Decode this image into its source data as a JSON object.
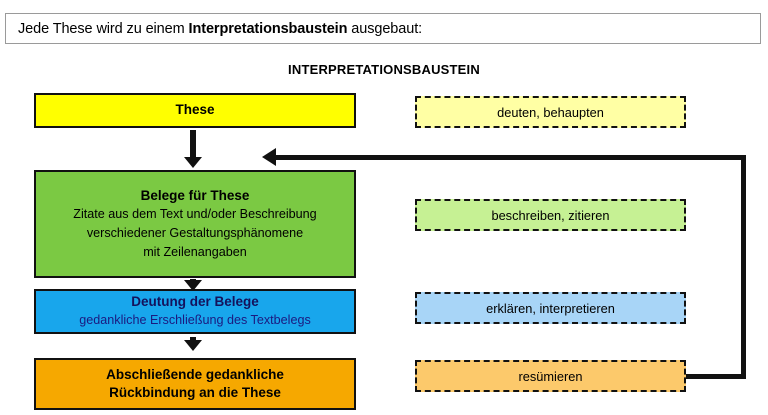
{
  "header": {
    "text_before": "Jede These wird zu einem ",
    "text_bold": "Interpretationsbaustein",
    "text_after": " ausgebaut:",
    "full_text": "Jede These wird zu einem Interpretationsbaustein ausgebaut:"
  },
  "diagram": {
    "title": "INTERPRETATIONSBAUSTEIN",
    "steps": [
      {
        "id": "these",
        "title": "These",
        "lines": [],
        "color": "#ffff00",
        "verb_label": "deuten, behaupten",
        "verb_color": "#ffffa4"
      },
      {
        "id": "belege",
        "title": "Belege für These",
        "lines": [
          "Zitate aus dem Text und/oder Beschreibung",
          "verschiedener  Gestaltungsphänomene",
          "mit Zeilenangaben"
        ],
        "color": "#7bc943",
        "verb_label": "beschreiben, zitieren",
        "verb_color": "#c6f194"
      },
      {
        "id": "deutung",
        "title": "Deutung der Belege",
        "lines": [
          "gedankliche Erschließung des Textbelegs"
        ],
        "color": "#18a6ec",
        "verb_label": "erklären, interpretieren",
        "verb_color": "#a8d5f7"
      },
      {
        "id": "abschluss",
        "title": "Abschließende gedankliche",
        "title_line2": "Rückbindung an die These",
        "lines": [],
        "color": "#f6a800",
        "verb_label": "resümieren",
        "verb_color": "#fcc96b"
      }
    ],
    "connectors": {
      "arrow_these_to_belege": "down-arrow",
      "arrow_belege_to_deutung": "down-arrow",
      "arrow_deutung_to_abschluss": "down-arrow",
      "feedback_loop": "resuemieren-back-to-belege"
    }
  },
  "colors": {
    "outline": "#111111",
    "header_border": "#9a9a9a",
    "background": "#ffffff"
  }
}
